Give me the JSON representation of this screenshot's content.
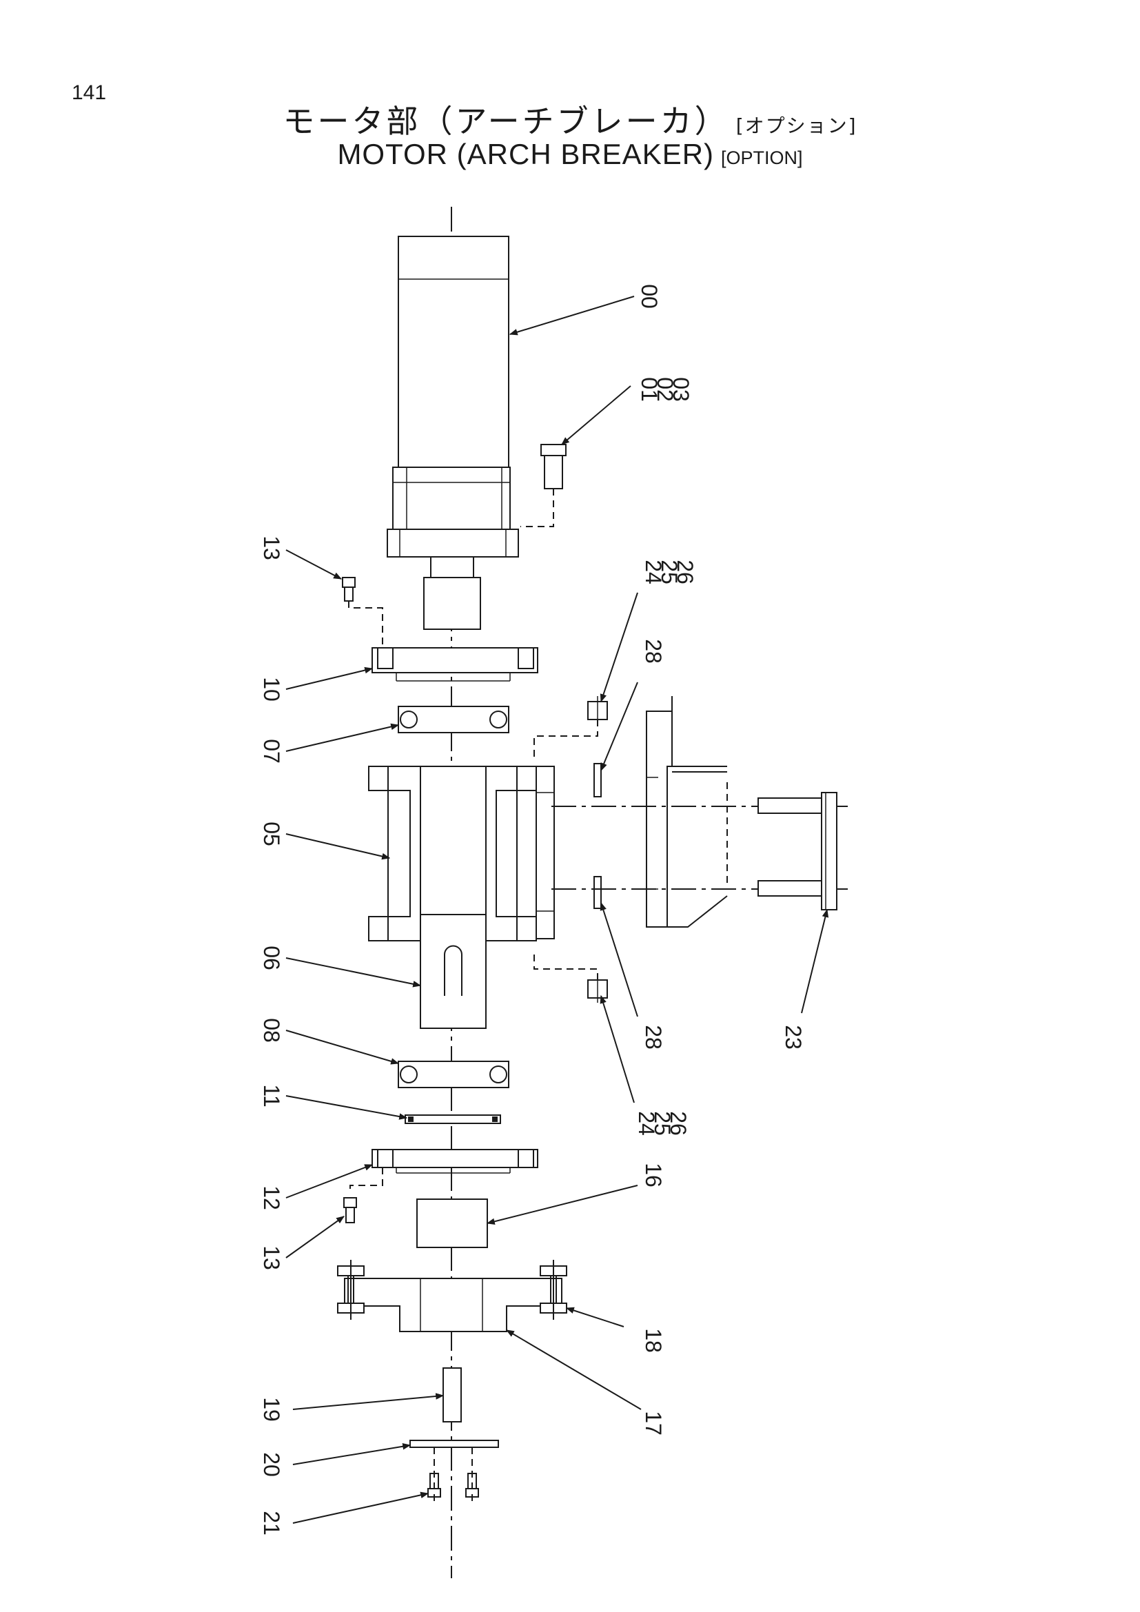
{
  "page_number": "141",
  "title": {
    "jp_main": "モータ部（アーチブレーカ）",
    "jp_option": "[オプション]",
    "en_main": "MOTOR (ARCH BREAKER)",
    "en_option": "[OPTION]"
  },
  "part_labels": {
    "p00": "00",
    "p010203": [
      "01",
      "02",
      "03"
    ],
    "p13a": "13",
    "p10": "10",
    "p07": "07",
    "p05": "05",
    "p06": "06",
    "p08": "08",
    "p11": "11",
    "p12": "12",
    "p13b": "13",
    "p19": "19",
    "p20": "20",
    "p21": "21",
    "p242526a": [
      "24",
      "25",
      "26"
    ],
    "p28a": "28",
    "p28b": "28",
    "p242526b": [
      "24",
      "25",
      "26"
    ],
    "p23": "23",
    "p16": "16",
    "p18": "18",
    "p17": "17"
  }
}
